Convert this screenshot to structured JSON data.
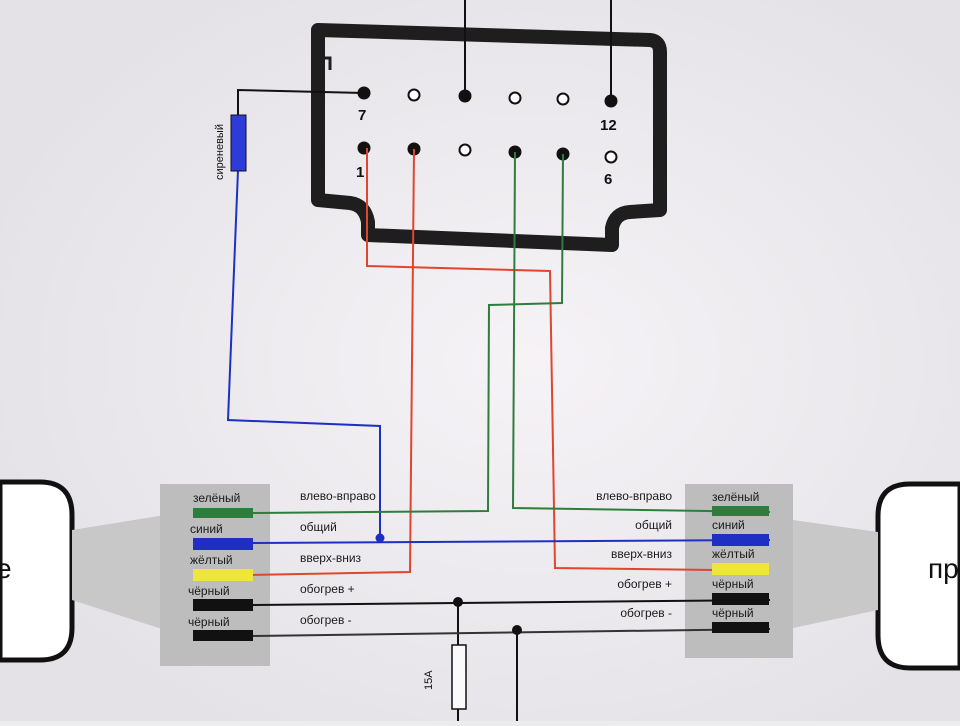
{
  "connector": {
    "pin_labels": {
      "p7": "7",
      "p12": "12",
      "p1": "1",
      "p6": "6"
    },
    "wire_tag": "сиреневый",
    "fuse": "15A"
  },
  "left_block": {
    "colors": [
      "зелёный",
      "синий",
      "жёлтый",
      "чёрный",
      "чёрный"
    ],
    "functions": [
      "влево-вправо",
      "общий",
      "вверх-вниз",
      "обогрев +",
      "обогрев -"
    ],
    "end_label": "е"
  },
  "right_block": {
    "functions": [
      "влево-вправо",
      "общий",
      "вверх-вниз",
      "обогрев +",
      "обогрев -"
    ],
    "colors": [
      "зелёный",
      "синий",
      "жёлтый",
      "чёрный",
      "чёрный"
    ],
    "end_label": "пр"
  },
  "palette": {
    "green": "#2e7d3c",
    "blue": "#1f2fc4",
    "yellow": "#efe63a",
    "black": "#111111",
    "red": "#e0452e",
    "panel": "#bcbcbc"
  }
}
